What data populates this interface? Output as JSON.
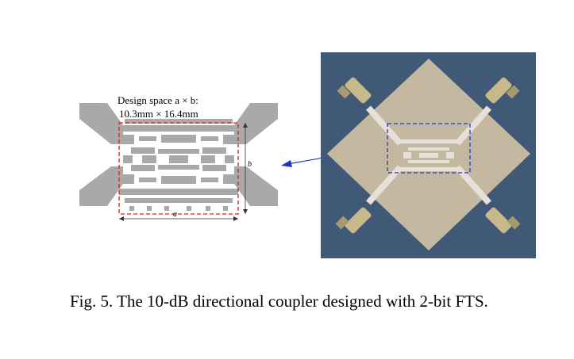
{
  "figure": {
    "design_space_line1": "Design space a × b:",
    "design_space_line2": "10.3mm × 16.4mm",
    "dimension_a": "a",
    "dimension_b": "b",
    "caption": "Fig. 5. The 10-dB directional coupler designed with 2-bit FTS."
  },
  "colors": {
    "metal": "#a9a9a9",
    "dash_red": "#d62020",
    "dash_blue": "#2a34c8",
    "arrow_blue": "#2233cc",
    "board": "#c8bda6",
    "background_photo": "#3a4f6a"
  }
}
